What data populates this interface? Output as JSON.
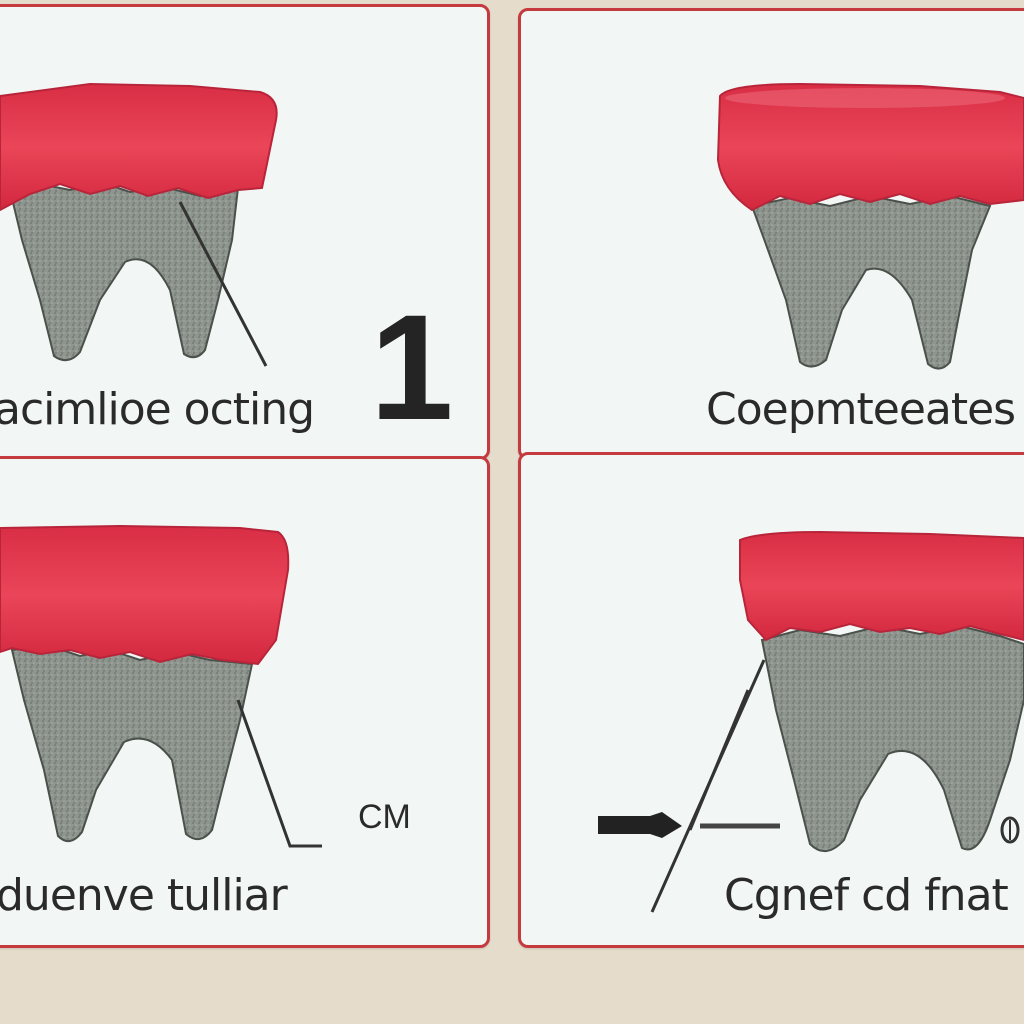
{
  "panels": [
    {
      "caption": "acimlioe octing"
    },
    {
      "caption": "Coepmteeates"
    },
    {
      "caption": "duenve tulliar"
    },
    {
      "caption": "Cgnef cd fnat"
    }
  ],
  "marks": {
    "number_label": "1",
    "cm_label": "CM"
  },
  "colors": {
    "background": "#e6dccb",
    "card": "#f2f7f5",
    "border": "#c43a3f",
    "gum": "#e23c4e",
    "tooth": "#8f968f"
  }
}
